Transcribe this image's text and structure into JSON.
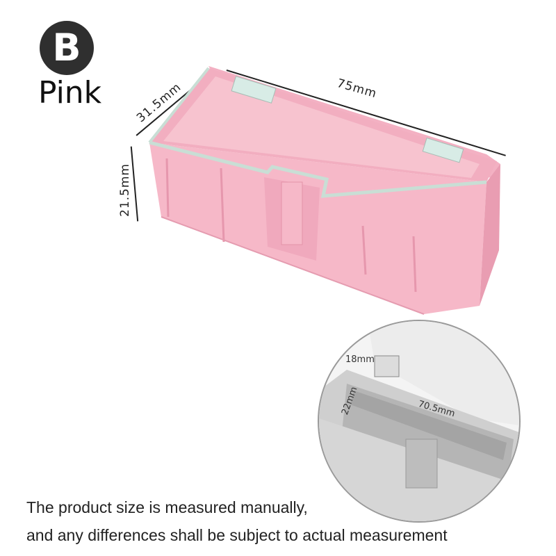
{
  "variant": {
    "badge_letter": "B",
    "color_name": "Pink"
  },
  "dimensions": {
    "depth": "31.5mm",
    "length": "75mm",
    "height": "21.5mm"
  },
  "detail_inset": {
    "inner_width": "18mm",
    "inner_height": "22mm",
    "inner_length": "70.5mm"
  },
  "disclaimer": {
    "line1": "The product size is measured manually,",
    "line2": "and any differences shall be subject to actual measurement"
  },
  "colors": {
    "box_pink": "#f4b6c6",
    "box_pink_dark": "#e89aaf",
    "lid_edge": "#cfe3da",
    "inset_gray": "#c8c8c8",
    "badge_bg": "#2f2f2f"
  }
}
